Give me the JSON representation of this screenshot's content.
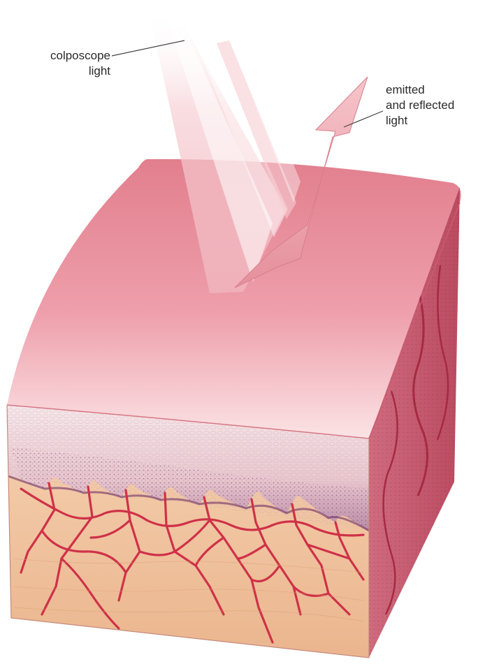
{
  "labels": {
    "incident": {
      "line1": "colposcope",
      "line2": "light"
    },
    "reflected": {
      "line1": "emitted",
      "line2": "and reflected",
      "line3": "light"
    }
  },
  "colors": {
    "surface_top": "#e27f8e",
    "surface_light": "#f6c9cd",
    "epithelium": "#f1dede",
    "basal_layer": "#7a3f76",
    "stroma": "#f2c9a4",
    "vessel": "#d1364a",
    "side_face": "#c8596d",
    "light_beam": "#f2b7bf",
    "arrow": "#e89aa4"
  }
}
